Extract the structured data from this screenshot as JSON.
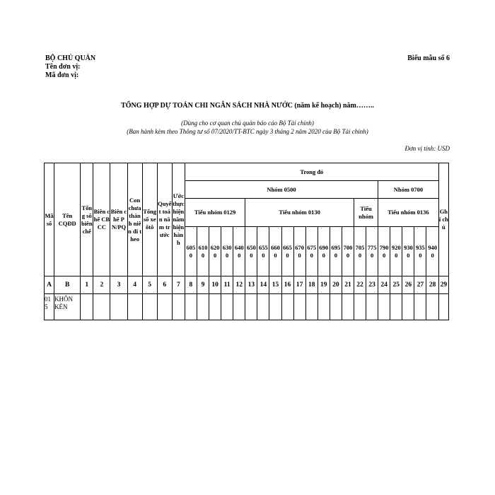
{
  "header": {
    "agency": "BỘ CHỦ QUẢN",
    "unit_name": "Tên đơn vị:",
    "unit_code": "Mã đơn vị:",
    "form_no": "Biểu mẫu số 6"
  },
  "title": "TỔNG HỢP DỰ TOÁN CHI NGÂN SÁCH NHÀ NƯỚC (năm kế hoạch) năm……..",
  "subtitle1": "(Dùng cho cơ quan chủ quản báo cáo Bộ Tài chính)",
  "subtitle2": "(Ban hành kèm theo Thông tư số 07/2020/TT-BTC ngày 3 tháng 2 năm 2020 của Bộ Tài chính)",
  "currency_unit": "Đơn vị tính: USD",
  "table": {
    "col_ma_so": "Mã số",
    "col_ten": "Tên CQĐD",
    "col_tong_so_bien_che": "Tổng số biên chế",
    "col_bien_che_cbcc": "Biên chế CBCC",
    "col_bien_che_pnpq": "Biên chế PN/PQ",
    "col_con_chua": "Con chưa thành niên đi theo",
    "col_tong_so_xe": "Tổng số xe ôtô",
    "col_quyet_toan": "Quyết toán năm trước",
    "col_uoc_thuc_hien": "Ước thực hiện năm hiện hành",
    "trong_do": "Trong đó",
    "nhom_0500": "Nhóm 0500",
    "nhom_0700": "Nhóm 0700",
    "tieu_nhom_0129": "Tiểu nhóm 0129",
    "tieu_nhom_0130": "Tiểu nhóm 0130",
    "tieu_nhom": "Tiểu nhóm",
    "tieu_nhom_0136": "Tiểu nhóm 0136",
    "col_ghi_chu": "Ghi chú",
    "codes": [
      "6050",
      "6100",
      "6200",
      "6300",
      "6400",
      "6500",
      "6550",
      "6600",
      "6650",
      "6700",
      "6750",
      "6900",
      "6950",
      "7000",
      "7050",
      "7750",
      "7900",
      "9200",
      "9300",
      "9350",
      "9400"
    ],
    "letters": [
      "A",
      "B",
      "1",
      "2",
      "3",
      "4",
      "5",
      "6",
      "7",
      "8",
      "9",
      "10",
      "11",
      "12",
      "13",
      "14",
      "15",
      "16",
      "17",
      "18",
      "19",
      "20",
      "21",
      "22",
      "23",
      "24",
      "25",
      "26",
      "27",
      "28",
      "29"
    ],
    "row1": {
      "ma_so": "015",
      "ten": "KHÔN KÈN"
    }
  }
}
